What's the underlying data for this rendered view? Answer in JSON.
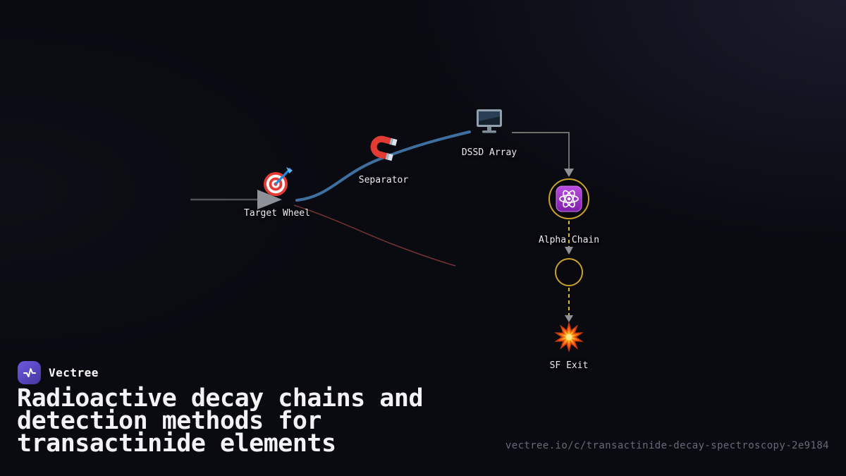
{
  "branding": {
    "name": "Vectree",
    "logo": "vectree-pulse-logo"
  },
  "title": {
    "lines": [
      "Radioactive decay chains and",
      "detection methods for",
      "transactinide elements"
    ]
  },
  "footer": {
    "url": "vectree.io/c/transactinide-decay-spectroscopy-2e9184"
  },
  "diagram": {
    "nodes": [
      {
        "id": "target-wheel",
        "label": "Target Wheel",
        "icon": "target-icon"
      },
      {
        "id": "separator",
        "label": "Separator",
        "icon": "magnet-icon"
      },
      {
        "id": "dssd-array",
        "label": "DSSD Array",
        "icon": "monitor-icon"
      },
      {
        "id": "alpha-chain",
        "label": "Alpha Chain",
        "icon": "atom-icon"
      },
      {
        "id": "decay-step",
        "label": "",
        "icon": "circle-outline-icon"
      },
      {
        "id": "sf-exit",
        "label": "SF Exit",
        "icon": "explosion-icon"
      }
    ],
    "edges": [
      {
        "from": "beam-in",
        "to": "target-wheel",
        "style": "solid-gray-arrow"
      },
      {
        "from": "target-wheel",
        "to": "dssd-array",
        "via": "separator",
        "style": "solid-blue-curve"
      },
      {
        "from": "target-wheel",
        "to": "lost-branch",
        "style": "thin-red-curve"
      },
      {
        "from": "dssd-array",
        "to": "alpha-chain",
        "style": "solid-gray-elbow-arrow"
      },
      {
        "from": "alpha-chain",
        "to": "decay-step",
        "style": "dashed-gold-arrow"
      },
      {
        "from": "decay-step",
        "to": "sf-exit",
        "style": "dashed-gold-arrow"
      }
    ]
  },
  "colors": {
    "background": "#0a0a11",
    "glow": "#262a42",
    "beam_blue": "#3f6f9e",
    "branch_red": "#9a4040",
    "decay_gold": "#d6b93c",
    "node_ring_gold": "#c9a22b",
    "atom_purple": "#9c27b0",
    "arrow_gray": "#8d9298",
    "text": "#f3f3f6",
    "muted_text": "#646b78",
    "logo_purple": "#5b4fc0"
  }
}
